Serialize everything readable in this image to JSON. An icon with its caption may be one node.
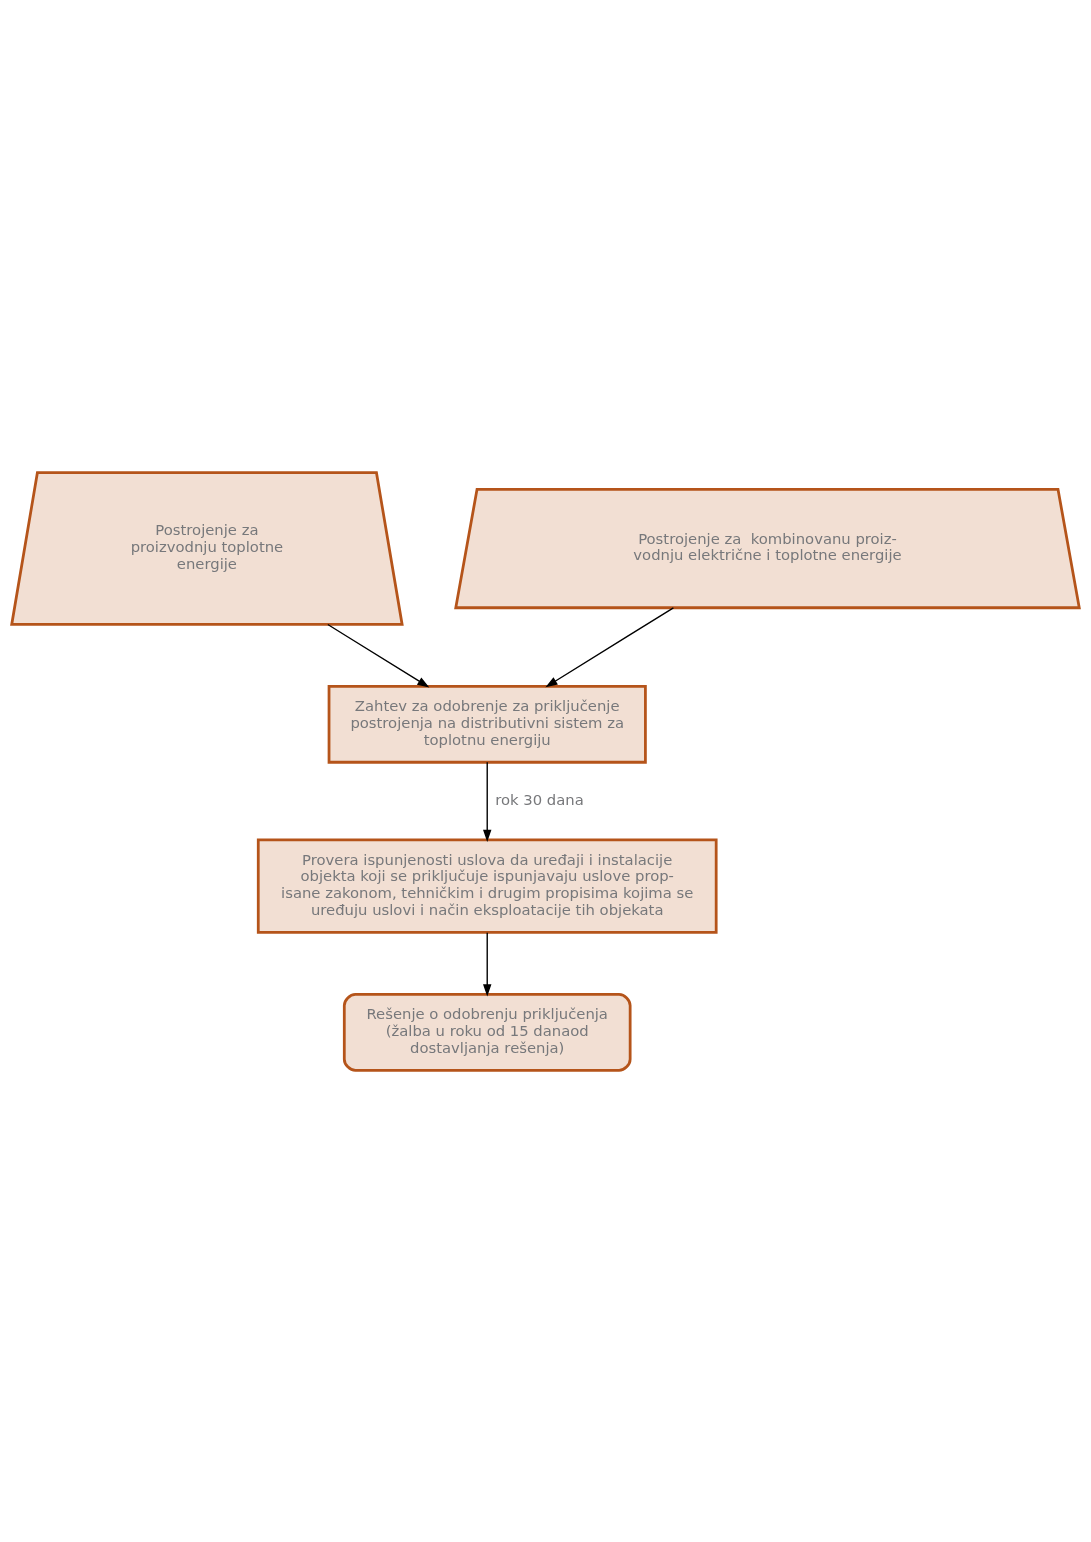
{
  "diagram": {
    "nodes": [
      {
        "text": [
          "Postrojenje za proizvodnju toplotne energije"
        ]
      },
      {
        "text": [
          "Postrojenje za  kombinovanu proiz- vodnju električne i toplotne energije"
        ]
      },
      {
        "text": [
          "Zahtev za odobrenje za priključenje postrojenja na distributivni sistem za toplotnu energiju"
        ]
      },
      {
        "text": [
          "Provera ispunjenosti uslova da uređaji i instalacije objekta koji se priključuje ispunjavaju uslove prop- isane zakonom, tehničkim i drugim propisima kojima se uređuju uslovi i način eksploatacije tih objekata"
        ]
      },
      {
        "text": [
          "Rešenje o odobrenju priključenja (žalba u roku od 15 danaod dostavljanja rešenja)"
        ]
      }
    ],
    "edges": [
      {
        "from": 1,
        "to": 2,
        "arrow": "to"
      },
      {
        "from": 0,
        "to": 2,
        "arrow": "to"
      },
      {
        "from": 2,
        "to": 3,
        "arrow": "to",
        "label": "rok 30 dana"
      },
      {
        "from": 3,
        "to": 4,
        "arrow": "to"
      }
    ]
  }
}
